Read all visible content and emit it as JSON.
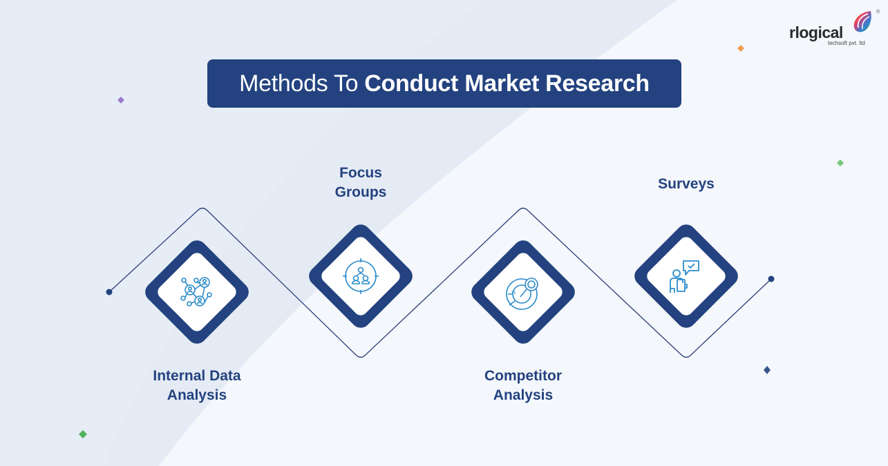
{
  "title": {
    "light": "Methods To",
    "bold": "Conduct Market Research"
  },
  "logo": {
    "brand": "rlogical",
    "subtitle": "techsoft pvt. ltd",
    "registered": "®"
  },
  "colors": {
    "primary": "#23427f",
    "icon": "#2a8bc9",
    "background": "#f3f6fb",
    "accent_orange": "#f0913a",
    "accent_green": "#4bb84f",
    "accent_purple": "#8a5cc2",
    "accent_navy": "#23427f"
  },
  "methods": [
    {
      "label_line1": "Internal Data",
      "label_line2": "Analysis",
      "icon": "network-people-icon",
      "position": "below"
    },
    {
      "label_line1": "Focus",
      "label_line2": "Groups",
      "icon": "target-group-icon",
      "position": "above"
    },
    {
      "label_line1": "Competitor",
      "label_line2": "Analysis",
      "icon": "pie-chart-search-icon",
      "position": "below"
    },
    {
      "label_line1": "Surveys",
      "label_line2": "",
      "icon": "person-survey-chat-icon",
      "position": "above"
    }
  ]
}
